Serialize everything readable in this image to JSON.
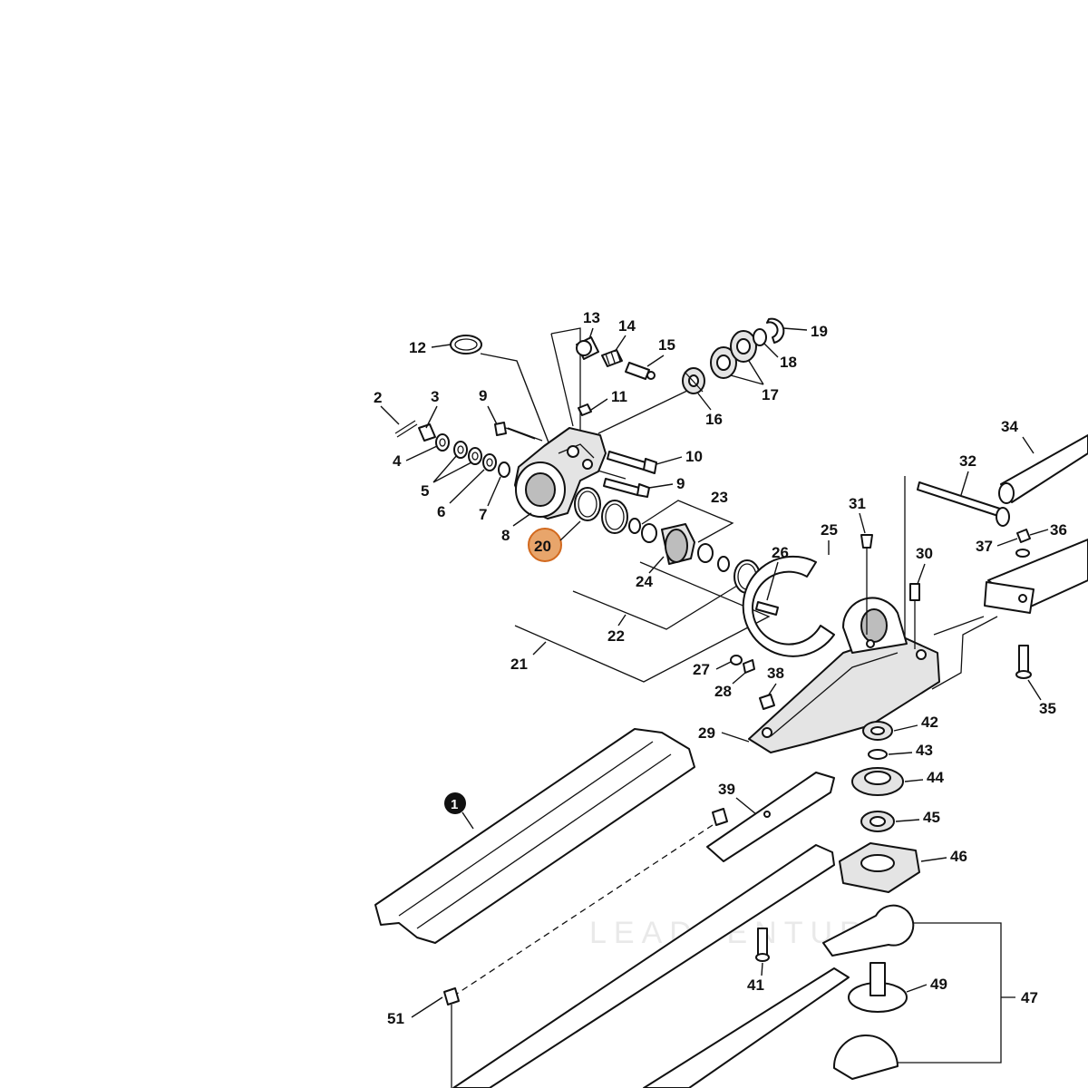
{
  "diagram": {
    "watermark": "LEADVENTURE",
    "highlight_color": "#d2691e",
    "highlight_fill": "#e8a56b",
    "highlighted_part": "20",
    "parts": {
      "p1": "1",
      "p2": "2",
      "p3": "3",
      "p4": "4",
      "p5": "5",
      "p6": "6",
      "p7": "7",
      "p8": "8",
      "p9a": "9",
      "p9b": "9",
      "p10": "10",
      "p11": "11",
      "p12": "12",
      "p13": "13",
      "p14": "14",
      "p15": "15",
      "p16": "16",
      "p17": "17",
      "p18": "18",
      "p19": "19",
      "p20": "20",
      "p21": "21",
      "p22": "22",
      "p23": "23",
      "p24": "24",
      "p25": "25",
      "p26": "26",
      "p27": "27",
      "p28": "28",
      "p29": "29",
      "p30": "30",
      "p31": "31",
      "p32": "32",
      "p34": "34",
      "p35": "35",
      "p36": "36",
      "p37": "37",
      "p38": "38",
      "p39": "39",
      "p41": "41",
      "p42": "42",
      "p43": "43",
      "p44": "44",
      "p45": "45",
      "p46": "46",
      "p47": "47",
      "p49": "49",
      "p51": "51"
    }
  }
}
